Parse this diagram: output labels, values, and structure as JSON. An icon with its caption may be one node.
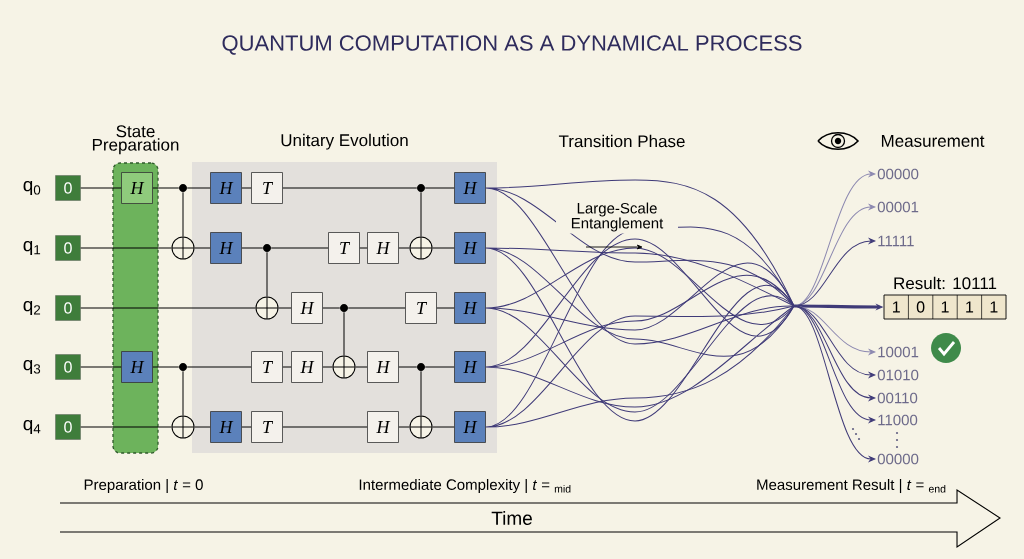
{
  "diagram": {
    "title": "QUANTUM COMPUTATION AS A DYNAMICAL PROCESS",
    "nodes": [
      {
        "text": [
          "State Preparation"
        ]
      },
      {
        "text": [
          "Unitary Evolution"
        ]
      },
      {
        "text": [
          "0"
        ]
      },
      {
        "text": [
          "0"
        ]
      },
      {
        "text": [
          "0"
        ]
      },
      {
        "text": [
          "0"
        ]
      },
      {
        "text": [
          "0"
        ]
      },
      {
        "text": [
          "H"
        ],
        "in": 0
      },
      {
        "text": [
          "H"
        ],
        "in": 0
      },
      {
        "text": [],
        "shape": "dot"
      },
      {
        "text": [],
        "shape": "circle"
      },
      {
        "text": [],
        "shape": "dot"
      },
      {
        "text": [],
        "shape": "circle"
      },
      {
        "text": [
          "H"
        ],
        "in": 1
      },
      {
        "text": [
          "H"
        ],
        "in": 1
      },
      {
        "text": [
          "H"
        ],
        "in": 1
      },
      {
        "text": [
          "T"
        ],
        "in": 1
      },
      {
        "text": [],
        "shape": "dot",
        "in": 1
      },
      {
        "text": [],
        "shape": "circle",
        "in": 1
      },
      {
        "text": [
          "T"
        ],
        "in": 1
      },
      {
        "text": [
          "T"
        ],
        "in": 1
      },
      {
        "text": [
          "H"
        ],
        "in": 1
      },
      {
        "text": [
          "H"
        ],
        "in": 1
      },
      {
        "text": [
          "T"
        ],
        "in": 1
      },
      {
        "text": [],
        "shape": "dot",
        "in": 1
      },
      {
        "text": [],
        "shape": "circle",
        "in": 1
      },
      {
        "text": [
          "H"
        ],
        "in": 1
      },
      {
        "text": [
          "H"
        ],
        "in": 1
      },
      {
        "text": [
          "H"
        ],
        "in": 1
      },
      {
        "text": [],
        "shape": "dot",
        "in": 1
      },
      {
        "text": [],
        "shape": "circle",
        "in": 1
      },
      {
        "text": [
          "T"
        ],
        "in": 1
      },
      {
        "text": [],
        "shape": "dot",
        "in": 1
      },
      {
        "text": [],
        "shape": "circle",
        "in": 1
      },
      {
        "text": [
          "H"
        ],
        "in": 1
      },
      {
        "text": [
          "H"
        ],
        "in": 1
      },
      {
        "text": [
          "H"
        ],
        "in": 1
      },
      {
        "text": [
          "H"
        ],
        "in": 1
      },
      {
        "text": [
          "H"
        ],
        "in": 1
      },
      {
        "text": [
          "Result: 10111",
          "1",
          "0",
          "1",
          "1",
          "1"
        ]
      },
      {
        "text": [
          "00000"
        ]
      },
      {
        "text": [
          "00001"
        ]
      },
      {
        "text": [
          "11111"
        ]
      },
      {
        "text": [
          "10001"
        ]
      },
      {
        "text": [
          "01010"
        ]
      },
      {
        "text": [
          "00110"
        ]
      },
      {
        "text": [
          "11000"
        ]
      },
      {
        "text": [
          "00000"
        ]
      },
      {
        "text": [
          "Time"
        ]
      }
    ],
    "edges": [
      {
        "from": 2,
        "to": 7,
        "arrow": "none"
      },
      {
        "from": 7,
        "to": 9,
        "arrow": "none"
      },
      {
        "from": 9,
        "to": 13,
        "arrow": "none"
      },
      {
        "from": 13,
        "to": 16,
        "arrow": "none"
      },
      {
        "from": 16,
        "to": 29,
        "arrow": "none"
      },
      {
        "from": 29,
        "to": 34,
        "arrow": "none"
      },
      {
        "from": 3,
        "to": 10,
        "arrow": "none"
      },
      {
        "from": 10,
        "to": 14,
        "arrow": "none"
      },
      {
        "from": 14,
        "to": 17,
        "arrow": "none"
      },
      {
        "from": 17,
        "to": 23,
        "arrow": "none"
      },
      {
        "from": 23,
        "to": 26,
        "arrow": "none"
      },
      {
        "from": 26,
        "to": 30,
        "arrow": "none"
      },
      {
        "from": 30,
        "to": 35,
        "arrow": "none"
      },
      {
        "from": 4,
        "to": 18,
        "arrow": "none"
      },
      {
        "from": 18,
        "to": 21,
        "arrow": "none"
      },
      {
        "from": 21,
        "to": 24,
        "arrow": "none"
      },
      {
        "from": 24,
        "to": 31,
        "arrow": "none"
      },
      {
        "from": 31,
        "to": 36,
        "arrow": "none"
      },
      {
        "from": 5,
        "to": 8,
        "arrow": "none"
      },
      {
        "from": 8,
        "to": 11,
        "arrow": "none"
      },
      {
        "from": 11,
        "to": 19,
        "arrow": "none"
      },
      {
        "from": 19,
        "to": 22,
        "arrow": "none"
      },
      {
        "from": 22,
        "to": 25,
        "arrow": "none"
      },
      {
        "from": 25,
        "to": 27,
        "arrow": "none"
      },
      {
        "from": 27,
        "to": 32,
        "arrow": "none"
      },
      {
        "from": 32,
        "to": 37,
        "arrow": "none"
      },
      {
        "from": 6,
        "to": 12,
        "arrow": "none"
      },
      {
        "from": 12,
        "to": 15,
        "arrow": "none"
      },
      {
        "from": 15,
        "to": 20,
        "arrow": "none"
      },
      {
        "from": 20,
        "to": 28,
        "arrow": "none"
      },
      {
        "from": 28,
        "to": 33,
        "arrow": "none"
      },
      {
        "from": 33,
        "to": 38,
        "arrow": "none"
      },
      {
        "from": 9,
        "to": 10,
        "arrow": "none"
      },
      {
        "from": 11,
        "to": 12,
        "arrow": "none"
      },
      {
        "from": 17,
        "to": 18,
        "arrow": "none"
      },
      {
        "from": 24,
        "to": 25,
        "arrow": "none"
      },
      {
        "from": 29,
        "to": 30,
        "arrow": "none"
      },
      {
        "from": 32,
        "to": 33,
        "arrow": "none"
      },
      {
        "from": 34,
        "to": null,
        "arrow": "none",
        "color": "#3f3a78"
      },
      {
        "from": 35,
        "to": null,
        "arrow": "none",
        "color": "#3f3a78"
      },
      {
        "from": 36,
        "to": null,
        "arrow": "none",
        "color": "#3f3a78"
      },
      {
        "from": 37,
        "to": null,
        "arrow": "none",
        "color": "#3f3a78"
      },
      {
        "from": 38,
        "to": null,
        "arrow": "none",
        "color": "#3f3a78"
      },
      {
        "from": null,
        "to": 40,
        "arrow": "to",
        "color": "#8c88b0"
      },
      {
        "from": null,
        "to": 41,
        "arrow": "to",
        "color": "#8c88b0"
      },
      {
        "from": null,
        "to": 42,
        "arrow": "to",
        "color": "#3f3a78"
      },
      {
        "from": null,
        "to": 39,
        "arrow": "to",
        "style": "thick",
        "color": "#3f3a78"
      },
      {
        "from": null,
        "to": 43,
        "arrow": "to",
        "color": "#8c88b0"
      },
      {
        "from": null,
        "to": 44,
        "arrow": "to",
        "color": "#3f3a78"
      },
      {
        "from": null,
        "to": 45,
        "arrow": "to",
        "color": "#3f3a78"
      },
      {
        "from": null,
        "to": 46,
        "arrow": "to",
        "color": "#3f3a78"
      },
      {
        "from": null,
        "to": 47,
        "arrow": "to",
        "color": "#3f3a78"
      }
    ],
    "labels": [
      "Transition Phase",
      "Measurement",
      "q$_{0}$",
      "Large-Scale Entanglement",
      "q$_{1}$",
      "q$_{2}$",
      "q$_{3}$",
      "q$_{4}$",
      "Preparation | *t* = 0",
      "Intermediate Complexity | *t* = $_{mid}$",
      "Measurement Result | *t* = $_{end}$"
    ]
  }
}
